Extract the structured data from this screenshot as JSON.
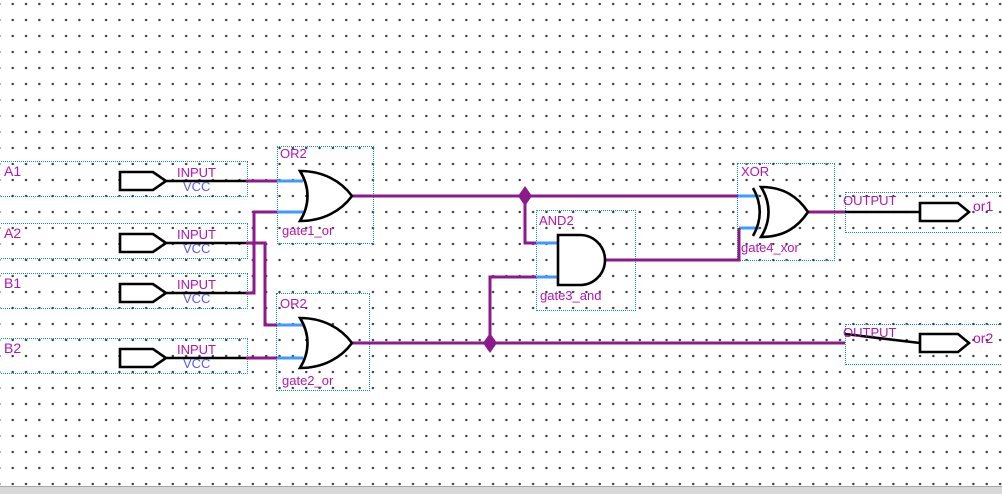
{
  "colors": {
    "canvas_bg": "#ffffff",
    "grid_dot": "#3c3c3c",
    "net_wire": "#8c1a8c",
    "pin_stub": "#3e9aff",
    "selection_box": "#0a9a9a",
    "symbol_outline": "#000000",
    "label_text": "#b315b3",
    "vcc_text": "#5a5af0",
    "scrollbar": "#d8d8d8"
  },
  "input_pins": [
    {
      "name": "A1",
      "type_label": "INPUT",
      "level_label": "VCC"
    },
    {
      "name": "A2",
      "type_label": "INPUT",
      "level_label": "VCC"
    },
    {
      "name": "B1",
      "type_label": "INPUT",
      "level_label": "VCC"
    },
    {
      "name": "B2",
      "type_label": "INPUT",
      "level_label": "VCC"
    }
  ],
  "gates": [
    {
      "type_label": "OR2",
      "instance_label": "gate1_or"
    },
    {
      "type_label": "OR2",
      "instance_label": "gate2_or"
    },
    {
      "type_label": "AND2",
      "instance_label": "gate3_and"
    },
    {
      "type_label": "XOR",
      "instance_label": "gate4_xor"
    }
  ],
  "output_pins": [
    {
      "name": "or1",
      "type_label": "OUTPUT"
    },
    {
      "name": "or2",
      "type_label": "OUTPUT"
    }
  ]
}
